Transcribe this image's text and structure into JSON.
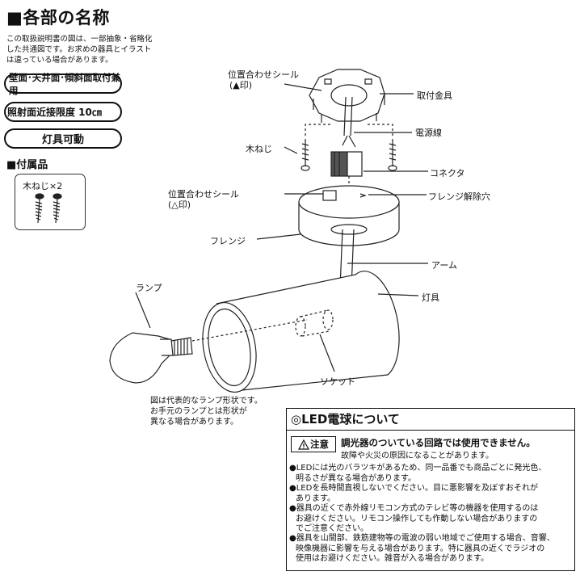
{
  "heading": {
    "title": "■各部の名称"
  },
  "intro": {
    "line1": "この取扱説明書の図は、一部抽象・省略化",
    "line2": "した共通図です。お求めの器具とイラスト",
    "line3": "は違っている場合があります。"
  },
  "features": [
    {
      "label": "壁面･天井面･傾斜面取付兼用"
    },
    {
      "label": "照射面近接限度 10㎝"
    },
    {
      "label": "灯具可動"
    }
  ],
  "accessories": {
    "title": "■付属品",
    "item": "木ねじ×2"
  },
  "parts": {
    "seal_top": "位置合わせシール",
    "seal_top_mark": "(▲印)",
    "mount": "取付金具",
    "power_wire": "電源線",
    "wood_screw": "木ねじ",
    "connector": "コネクタ",
    "seal_flange": "位置合わせシール",
    "seal_flange_mark": "(△印)",
    "release_hole": "フレンジ解除穴",
    "flange": "フレンジ",
    "arm": "アーム",
    "lamp": "ランプ",
    "fixture": "灯具",
    "socket": "ソケット"
  },
  "lamp_note": {
    "line1": "図は代表的なランプ形状です。",
    "line2": "お手元のランプとは形状が",
    "line3": "異なる場合があります。"
  },
  "led": {
    "title": "◎LED電球について",
    "caution_badge": "注意",
    "caution_main": "調光器のついている回路では使用できません。",
    "caution_sub": "故障や火災の原因になることがあります。",
    "bullets": [
      {
        "l1": "●LEDには光のバラツキがあるため、同一品番でも商品ごとに発光色、",
        "l2": "明るさが異なる場合があります。"
      },
      {
        "l1": "●LEDを長時間直視しないでください。目に悪影響を及ぼすおそれが",
        "l2": "あります。"
      },
      {
        "l1": "●器具の近くで赤外線リモコン方式のテレビ等の機器を使用するのは",
        "l2": "お避けください。リモコン操作しても作動しない場合がありますの",
        "l3": "でご注意ください。"
      },
      {
        "l1": "●器具を山間部、鉄筋建物等の電波の弱い地域でご使用する場合、音響、",
        "l2": "映像機器に影響を与える場合があります。特に器具の近くでラジオの",
        "l3": "使用はお避けください。雑音が入る場合があります。"
      }
    ]
  },
  "colors": {
    "ink": "#111111",
    "line": "#222222"
  }
}
